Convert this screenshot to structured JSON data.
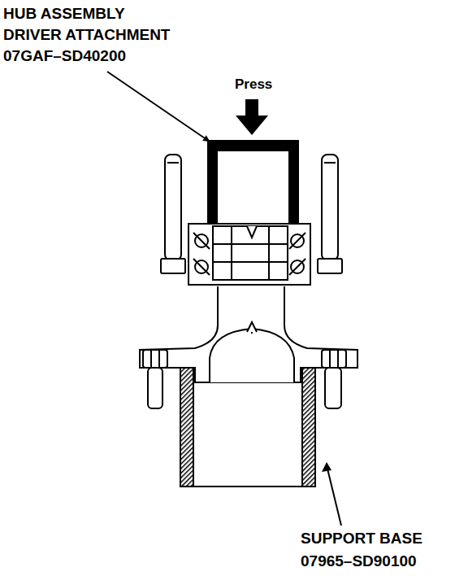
{
  "diagram": {
    "labels": [
      "HUB ASSEMBLY DRIVER ATTACHMENT 07GAF–SD40200",
      "Press",
      "SUPPORT BASE 07965–SD90100"
    ]
  }
}
